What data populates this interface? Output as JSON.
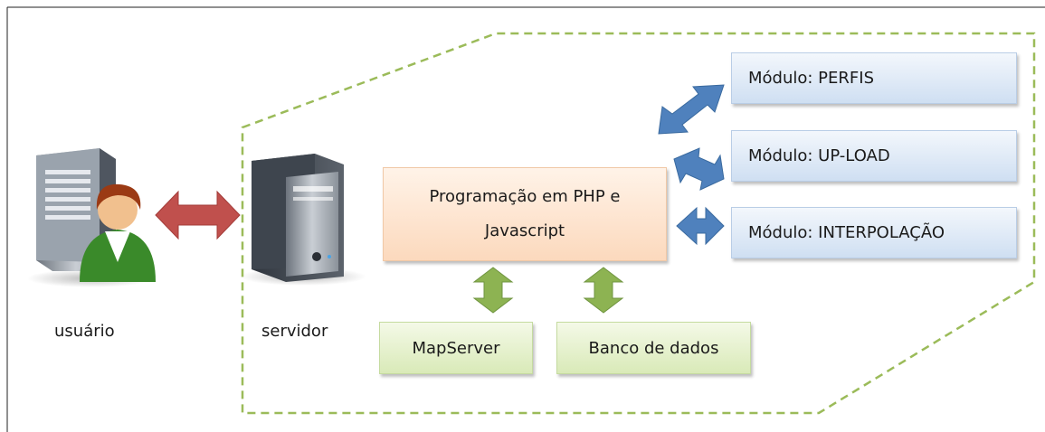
{
  "modules": [
    {
      "label": "Módulo: PERFIS"
    },
    {
      "label": "Módulo: UP-LOAD"
    },
    {
      "label": "Módulo: INTERPOLAÇÃO"
    }
  ],
  "center": {
    "line1": "Programação em PHP e",
    "line2": "Javascript"
  },
  "bottom": {
    "mapserver": "MapServer",
    "database": "Banco de dados"
  },
  "labels": {
    "user": "usuário",
    "server": "servidor"
  },
  "colors": {
    "dashed_border": "#9bbb59",
    "user_arrow": "#c0504d",
    "module_arrow": "#4f81bd",
    "db_arrow": "#8db352",
    "center_box": "#fcd9bd",
    "module_box": "#cfdff2",
    "green_box": "#d9eab8"
  },
  "icons": {
    "user": "user-computer-icon",
    "server": "server-tower-icon"
  }
}
